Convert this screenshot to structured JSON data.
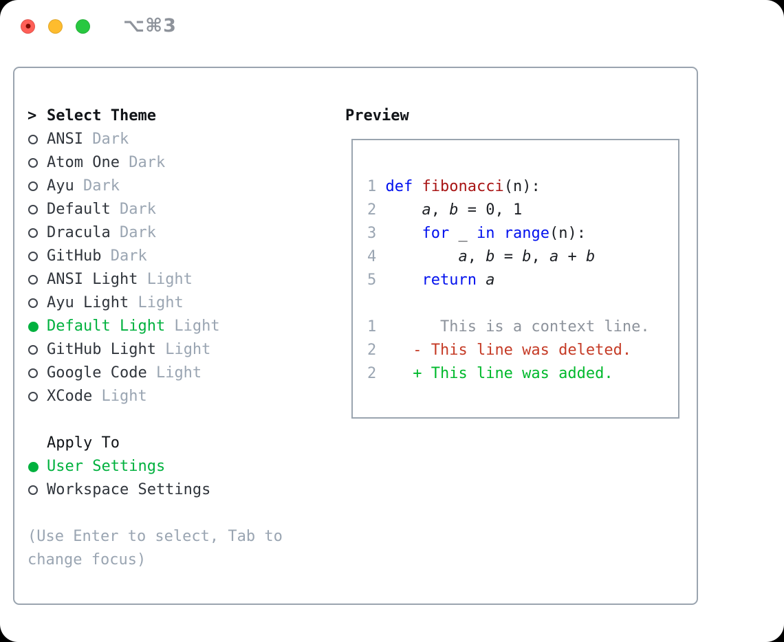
{
  "window": {
    "shortcut": "⌥⌘3",
    "traffic_lights": [
      "close",
      "minimize",
      "zoom"
    ]
  },
  "theme_menu": {
    "cursor": ">",
    "header": "Select Theme",
    "items": [
      {
        "name": "ANSI",
        "variant": "Dark",
        "selected": false
      },
      {
        "name": "Atom One",
        "variant": "Dark",
        "selected": false
      },
      {
        "name": "Ayu",
        "variant": "Dark",
        "selected": false
      },
      {
        "name": "Default",
        "variant": "Dark",
        "selected": false
      },
      {
        "name": "Dracula",
        "variant": "Dark",
        "selected": false
      },
      {
        "name": "GitHub",
        "variant": "Dark",
        "selected": false
      },
      {
        "name": "ANSI Light",
        "variant": "Light",
        "selected": false
      },
      {
        "name": "Ayu Light",
        "variant": "Light",
        "selected": false
      },
      {
        "name": "Default Light",
        "variant": "Light",
        "selected": true
      },
      {
        "name": "GitHub Light",
        "variant": "Light",
        "selected": false
      },
      {
        "name": "Google Code",
        "variant": "Light",
        "selected": false
      },
      {
        "name": "XCode",
        "variant": "Light",
        "selected": false
      }
    ]
  },
  "apply_to": {
    "header": "Apply To",
    "options": [
      {
        "name": "User Settings",
        "selected": true
      },
      {
        "name": "Workspace Settings",
        "selected": false
      }
    ]
  },
  "help_text": "(Use Enter to select, Tab to change focus)",
  "preview": {
    "header": "Preview",
    "lines": [
      {
        "segments": [
          {
            "t": "1 ",
            "c": "lineno"
          },
          {
            "t": "def",
            "c": "keyword"
          },
          {
            "t": " ",
            "c": "plain"
          },
          {
            "t": "fibonacci",
            "c": "function"
          },
          {
            "t": "(n):",
            "c": "plain"
          }
        ]
      },
      {
        "segments": [
          {
            "t": "2 ",
            "c": "lineno"
          },
          {
            "t": "    ",
            "c": "plain"
          },
          {
            "t": "a",
            "c": "plain",
            "i": true
          },
          {
            "t": ", ",
            "c": "plain"
          },
          {
            "t": "b",
            "c": "plain",
            "i": true
          },
          {
            "t": " = 0, 1",
            "c": "plain"
          }
        ]
      },
      {
        "segments": [
          {
            "t": "3 ",
            "c": "lineno"
          },
          {
            "t": "    ",
            "c": "plain"
          },
          {
            "t": "for",
            "c": "keyword"
          },
          {
            "t": " _ ",
            "c": "plain"
          },
          {
            "t": "in",
            "c": "keyword"
          },
          {
            "t": " ",
            "c": "plain"
          },
          {
            "t": "range",
            "c": "keyword"
          },
          {
            "t": "(n):",
            "c": "plain"
          }
        ]
      },
      {
        "segments": [
          {
            "t": "4 ",
            "c": "lineno"
          },
          {
            "t": "        ",
            "c": "plain"
          },
          {
            "t": "a",
            "c": "plain",
            "i": true
          },
          {
            "t": ", ",
            "c": "plain"
          },
          {
            "t": "b",
            "c": "plain",
            "i": true
          },
          {
            "t": " = ",
            "c": "plain"
          },
          {
            "t": "b",
            "c": "plain",
            "i": true
          },
          {
            "t": ", ",
            "c": "plain"
          },
          {
            "t": "a",
            "c": "plain",
            "i": true
          },
          {
            "t": " + ",
            "c": "plain"
          },
          {
            "t": "b",
            "c": "plain",
            "i": true
          }
        ]
      },
      {
        "segments": [
          {
            "t": "5 ",
            "c": "lineno"
          },
          {
            "t": "    ",
            "c": "plain"
          },
          {
            "t": "return",
            "c": "keyword"
          },
          {
            "t": " ",
            "c": "plain"
          },
          {
            "t": "a",
            "c": "plain",
            "i": true
          }
        ]
      },
      {
        "segments": [
          {
            "t": " ",
            "c": "plain"
          }
        ]
      },
      {
        "segments": [
          {
            "t": "1",
            "c": "lineno"
          },
          {
            "t": "       This is a context line.",
            "c": "context"
          }
        ]
      },
      {
        "segments": [
          {
            "t": "2",
            "c": "lineno"
          },
          {
            "t": "    ",
            "c": "plain"
          },
          {
            "t": "- This line was deleted.",
            "c": "deleted"
          }
        ]
      },
      {
        "segments": [
          {
            "t": "2",
            "c": "lineno"
          },
          {
            "t": "    ",
            "c": "plain"
          },
          {
            "t": "+ This line was added.",
            "c": "added"
          }
        ]
      }
    ]
  },
  "colors": {
    "green": "#00b13e",
    "keyword": "#0010ee",
    "function": "#a81414",
    "plain": "#1c1f24",
    "lineno": "#9aa5b2",
    "context": "#8d939c",
    "deleted": "#c53b26",
    "added": "#00b92c",
    "muted": "#9aa5b2",
    "border": "#9aa4af",
    "tl_red": "#ff5f57",
    "tl_red_dot": "#7d0b02",
    "tl_yellow": "#febc2e",
    "tl_green": "#28c840"
  }
}
